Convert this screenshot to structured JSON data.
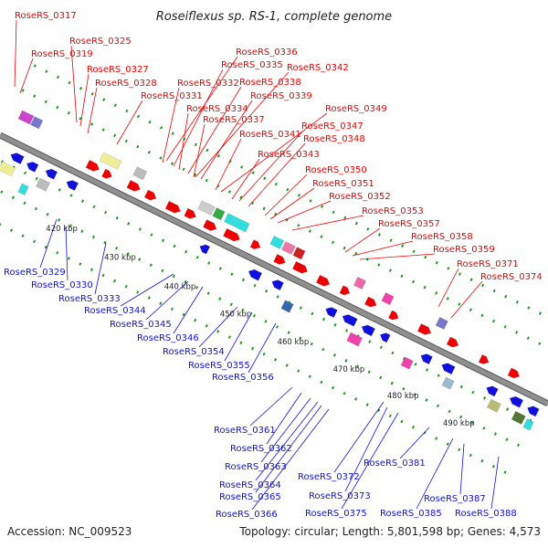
{
  "title": "Roseiflexus sp. RS-1, complete genome",
  "footer": {
    "accession": "Accession: NC_009523",
    "summary": "Topology: circular; Length: 5,801,598 bp; Genes: 4,573"
  },
  "colors": {
    "forward": "#ee0000",
    "reverse": "#1010dd",
    "backbone": "#909090",
    "dots": "#229922",
    "leader": "#333333"
  },
  "ticks": [
    "420 kbp",
    "430 kbp",
    "440 kbp",
    "450 kbp",
    "460 kbp",
    "470 kbp",
    "480 kbp",
    "490 kbp"
  ],
  "forward_labels": [
    "RoseRS_0317",
    "RoseRS_0325",
    "RoseRS_0319",
    "RoseRS_0327",
    "RoseRS_0328",
    "RoseRS_0331",
    "RoseRS_0336",
    "RoseRS_0335",
    "RoseRS_0332",
    "RoseRS_0342",
    "RoseRS_0338",
    "RoseRS_0339",
    "RoseRS_0334",
    "RoseRS_0337",
    "RoseRS_0349",
    "RoseRS_0347",
    "RoseRS_0341",
    "RoseRS_0348",
    "RoseRS_0343",
    "RoseRS_0350",
    "RoseRS_0351",
    "RoseRS_0352",
    "RoseRS_0353",
    "RoseRS_0357",
    "RoseRS_0358",
    "RoseRS_0359",
    "RoseRS_0371",
    "RoseRS_0374"
  ],
  "reverse_labels": [
    "RoseRS_0329",
    "RoseRS_0330",
    "RoseRS_0333",
    "RoseRS_0344",
    "RoseRS_0345",
    "RoseRS_0346",
    "RoseRS_0354",
    "RoseRS_0355",
    "RoseRS_0356",
    "RoseRS_0361",
    "RoseRS_0362",
    "RoseRS_0363",
    "RoseRS_0364",
    "RoseRS_0365",
    "RoseRS_0366",
    "RoseRS_0372",
    "RoseRS_0373",
    "RoseRS_0375",
    "RoseRS_0381",
    "RoseRS_0385",
    "RoseRS_0387",
    "RoseRS_0388"
  ]
}
